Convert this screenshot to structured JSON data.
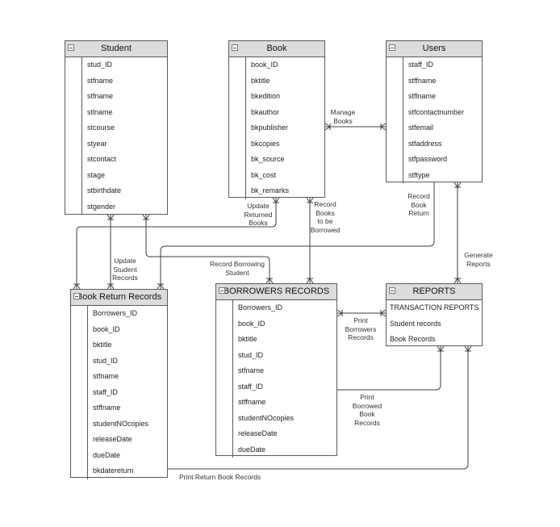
{
  "entities": {
    "student": {
      "title": "Student",
      "fields": [
        "stud_ID",
        "stfname",
        "stfname",
        "stlname",
        "stcourse",
        "styear",
        "stcontact",
        "stage",
        "stbirthdate",
        "stgender"
      ]
    },
    "book": {
      "title": "Book",
      "fields": [
        "book_ID",
        "bktitle",
        "bkedition",
        "bkauthor",
        "bkpublisher",
        "bkcopies",
        "bk_source",
        "bk_cost",
        "bk_remarks"
      ]
    },
    "users": {
      "title": "Users",
      "fields": [
        "staff_ID",
        "stffname",
        "stflname",
        "stfcontactnumber",
        "stfemail",
        "stfaddress",
        "stfpassword",
        "stftype"
      ]
    },
    "book_return_records": {
      "title": "Book Return Records",
      "fields": [
        "Borrowers_ID",
        "book_ID",
        "bktitle",
        "stud_ID",
        "stfname",
        "staff_ID",
        "stffname",
        "studentNOcopies",
        "releaseDate",
        "dueDate",
        "bkdatereturn"
      ]
    },
    "borrowers_records": {
      "title": "BORROWERS RECORDS",
      "fields": [
        "Borrowers_ID",
        "book_ID",
        "bktitle",
        "stud_ID",
        "stfname",
        "staff_ID",
        "stffname",
        "studentNOcopies",
        "releaseDate",
        "dueDate"
      ]
    },
    "reports": {
      "title": "REPORTS",
      "fields": [
        "TRANSACTION REPORTS",
        "Student records",
        "Book Records"
      ]
    }
  },
  "relationships": {
    "manage_books": "Manage\nBooks",
    "update_returned_books": "Update\nReturned\nBooks",
    "record_books_borrowed": "Record\nBooks\nto be\nBorrowed",
    "record_book_return": "Record\nBook\nReturn",
    "update_student_records": "Update\nStudent\nRecords",
    "record_borrowing_student": "Record Borrowing\nStudent",
    "generate_reports": "Generate\nReports",
    "print_borrowers_records": "Print\nBorrowers\nRecords",
    "print_borrowed_book_records": "Print\nBorrowed\nBook\nRecords",
    "print_return_book_records": "Print Return Book Records"
  },
  "colors": {
    "line": "#3f3f3f",
    "header_fill": "#dcdcdc",
    "border": "#5a5a5a"
  }
}
